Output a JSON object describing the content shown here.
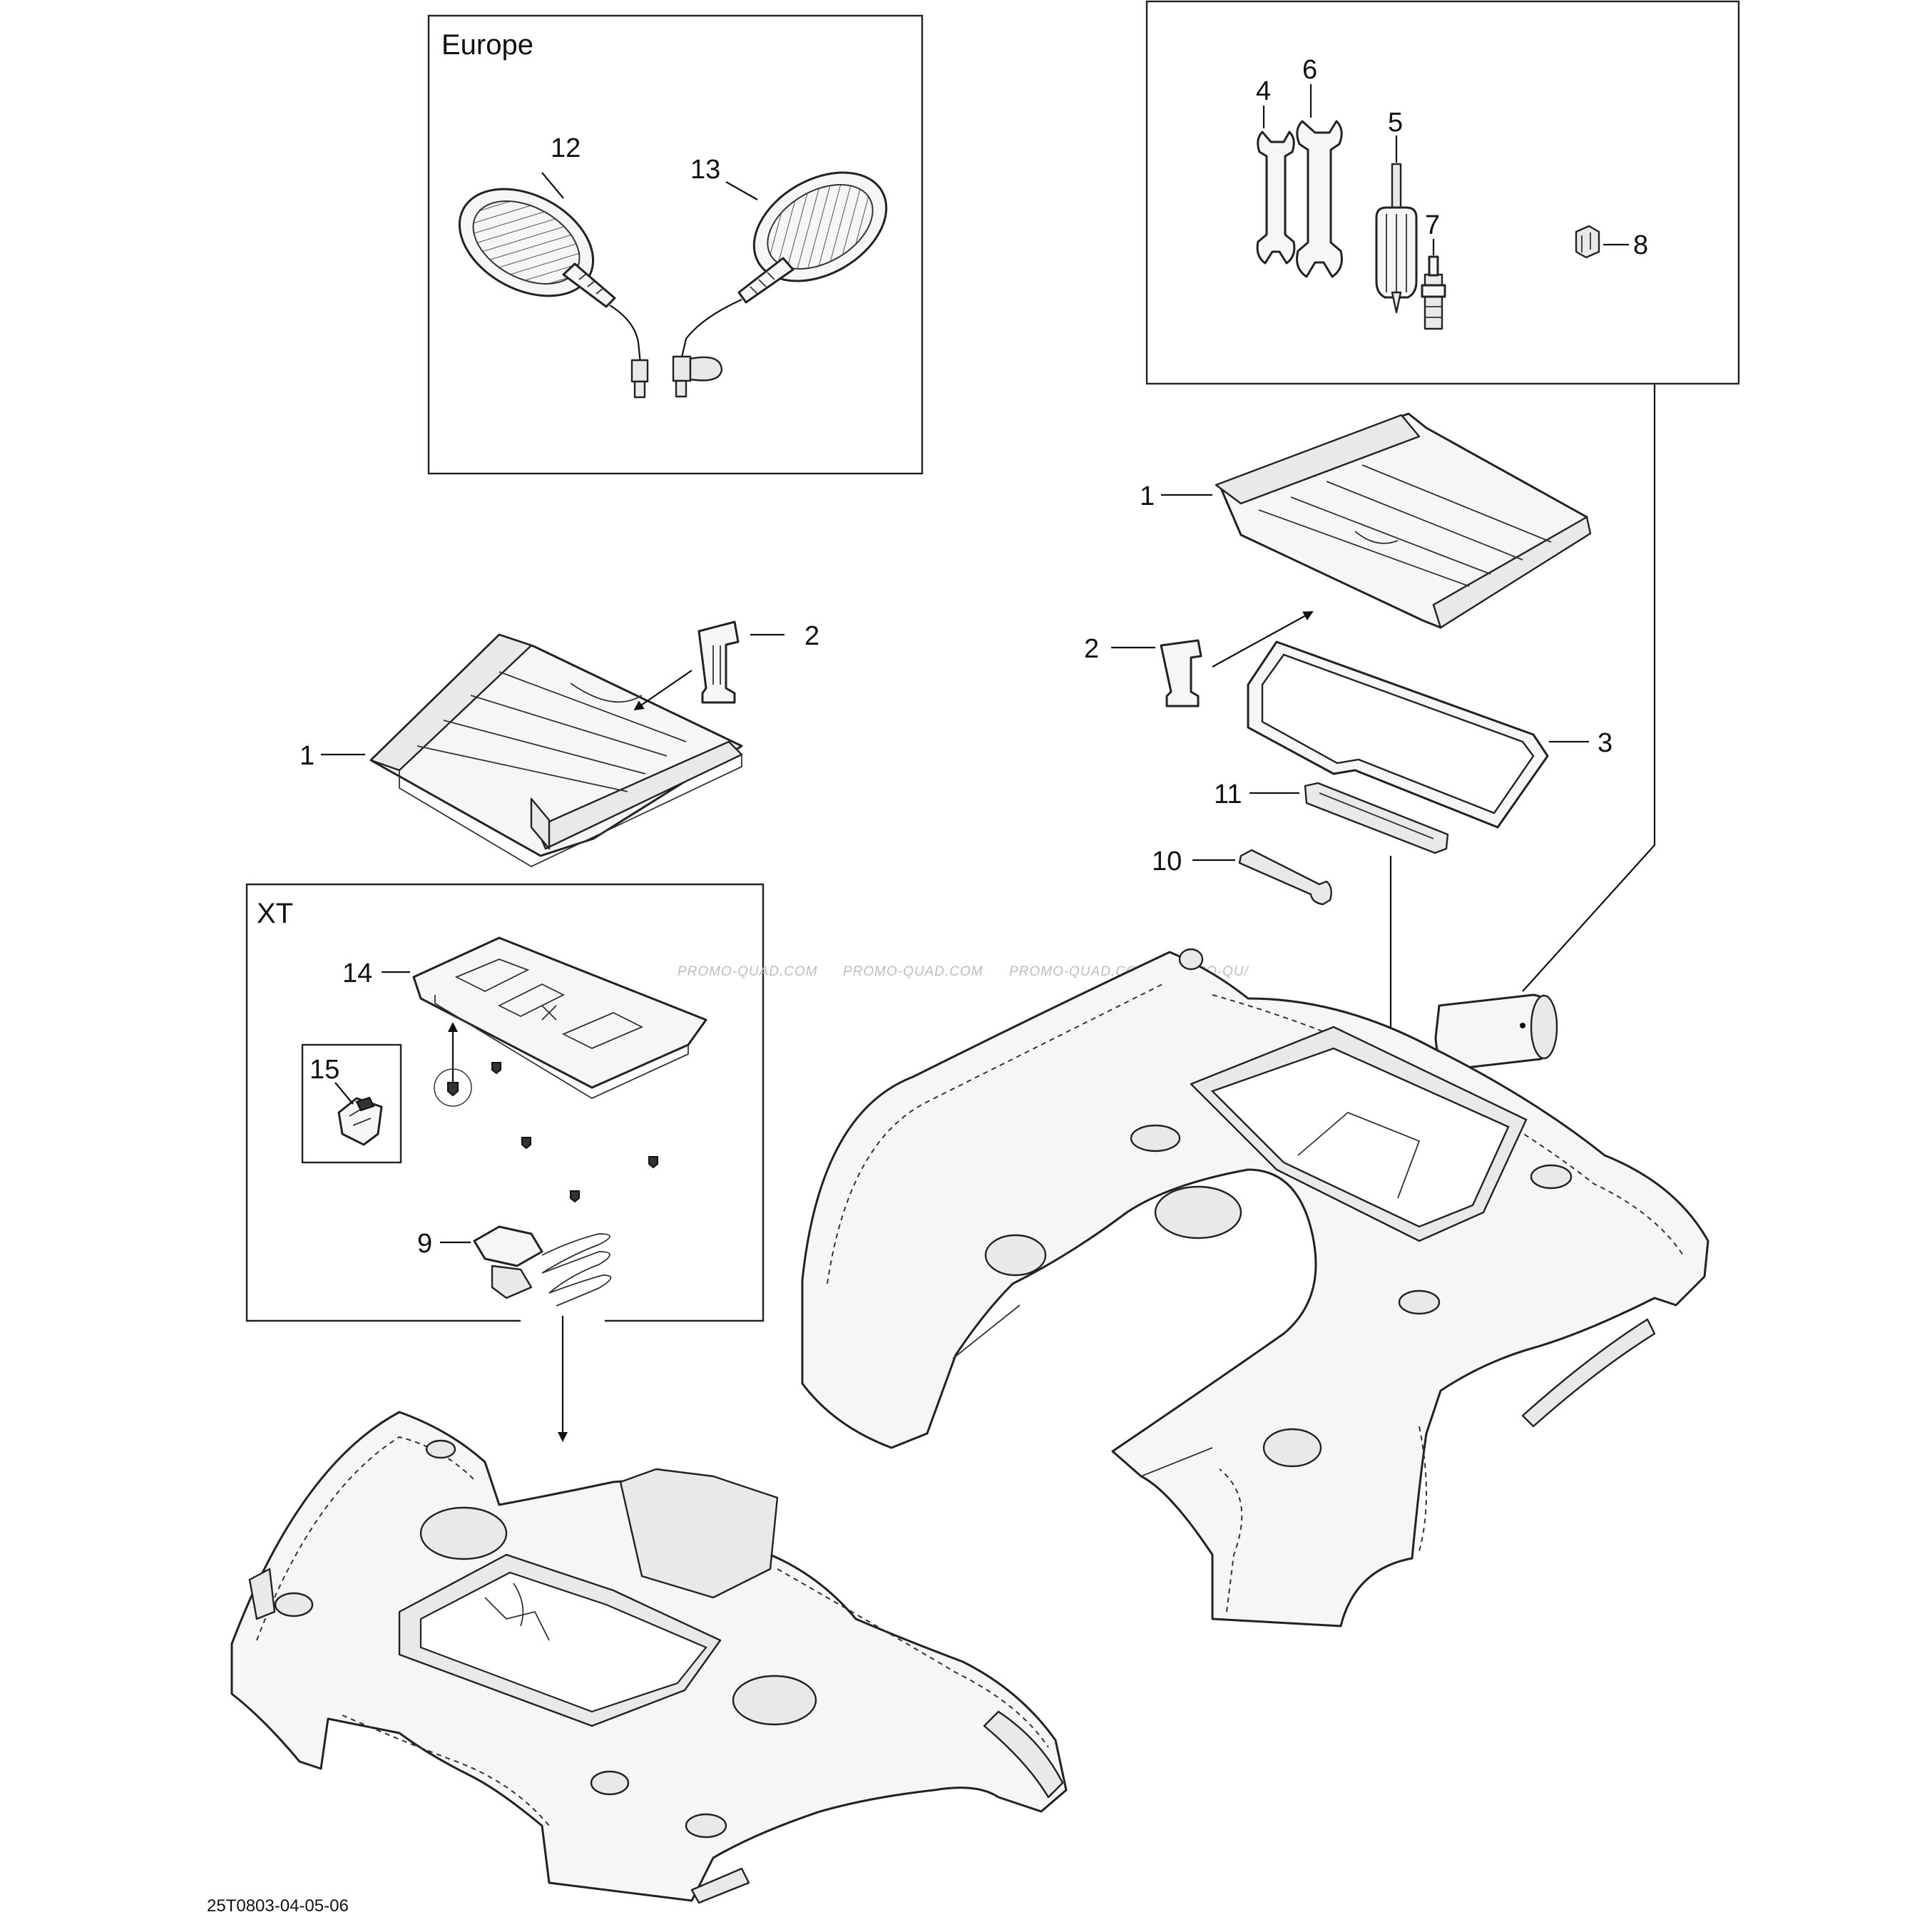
{
  "frames": {
    "europe": {
      "title": "Europe"
    },
    "xt": {
      "title": "XT"
    }
  },
  "callouts": {
    "c1a": "1",
    "c2a": "2",
    "c1b": "1",
    "c2b": "2",
    "c3": "3",
    "c4": "4",
    "c5": "5",
    "c6": "6",
    "c7": "7",
    "c8": "8",
    "c9": "9",
    "c10": "10",
    "c11": "11",
    "c12": "12",
    "c13": "13",
    "c14": "14",
    "c15": "15"
  },
  "watermarks": {
    "w1": "PROMO-QUAD.COM",
    "w2": "PROMO-QUAD.COM",
    "w3": "PROMO-QUAD.COM",
    "w4": "PROMO-QU/"
  },
  "drawing_code": "25T0803-04-05-06",
  "colors": {
    "ink": "#111111",
    "fill": "#f6f6f6",
    "watermark": "#bdbdbd"
  }
}
